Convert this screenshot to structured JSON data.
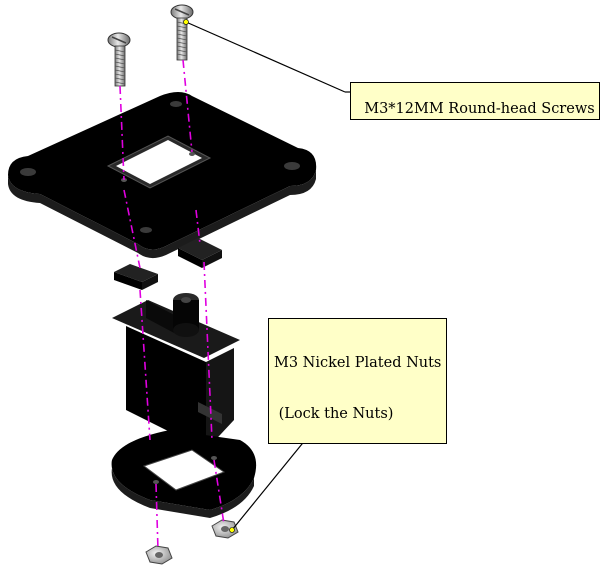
{
  "labels": {
    "screws": "M3*12MM Round-head Screws",
    "nuts_line1": "M3 Nickel Plated Nuts",
    "nuts_line2": " (Lock the Nuts)"
  },
  "colors": {
    "part": "#111111",
    "part_edge": "#3a3a3a",
    "guide_line": "#e000e0",
    "callout_bg": "#ffffc8",
    "metal": "#b8b8b8"
  }
}
